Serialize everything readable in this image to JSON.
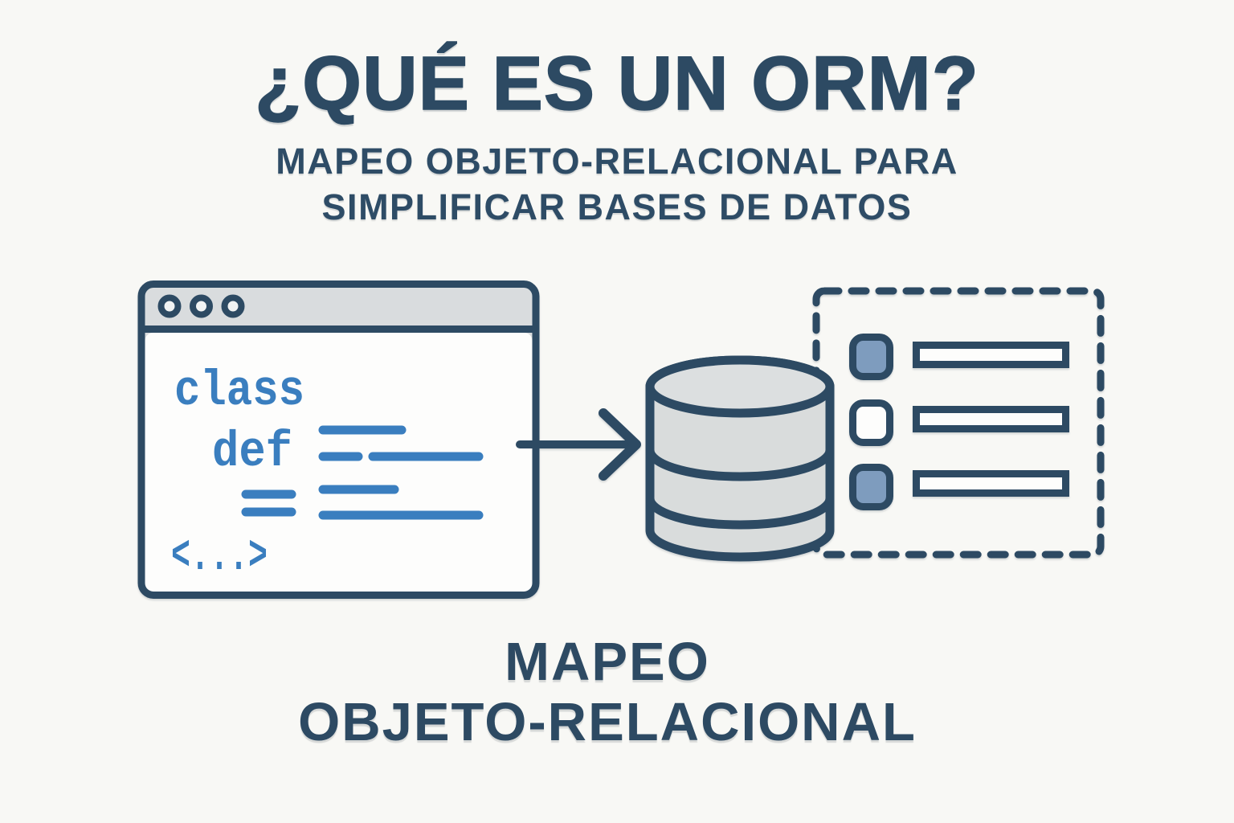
{
  "header": {
    "title": "¿QUÉ ES UN ORM?",
    "subtitle_line1": "MAPEO OBJETO-RELACIONAL PARA",
    "subtitle_line2": "SIMPLIFICAR BASES DE DATOS"
  },
  "diagram": {
    "code_window": {
      "keyword_class": "class",
      "keyword_def": "def",
      "tag_symbol": "<...>"
    },
    "icons": {
      "code_window": "browser-code-window",
      "window_dots": "window-control-dots",
      "arrow": "arrow-right",
      "database": "database-cylinder",
      "mapping_panel": "dashed-record-panel",
      "record_badges": [
        "filled-square",
        "empty-square",
        "filled-square"
      ],
      "record_fields": [
        "field-bar",
        "field-bar",
        "field-bar"
      ]
    }
  },
  "caption": {
    "line1": "MAPEO",
    "line2": "OBJETO-RELACIONAL"
  },
  "colors": {
    "navy": "#2d4a63",
    "code_blue": "#3a7ebf",
    "titlebar_gray": "#d9dcde",
    "cylinder_gray": "#d9dcdc",
    "badge_blue_gray": "#7e9cbe",
    "background": "#f8f8f5",
    "window_fill": "#fdfdfc"
  }
}
